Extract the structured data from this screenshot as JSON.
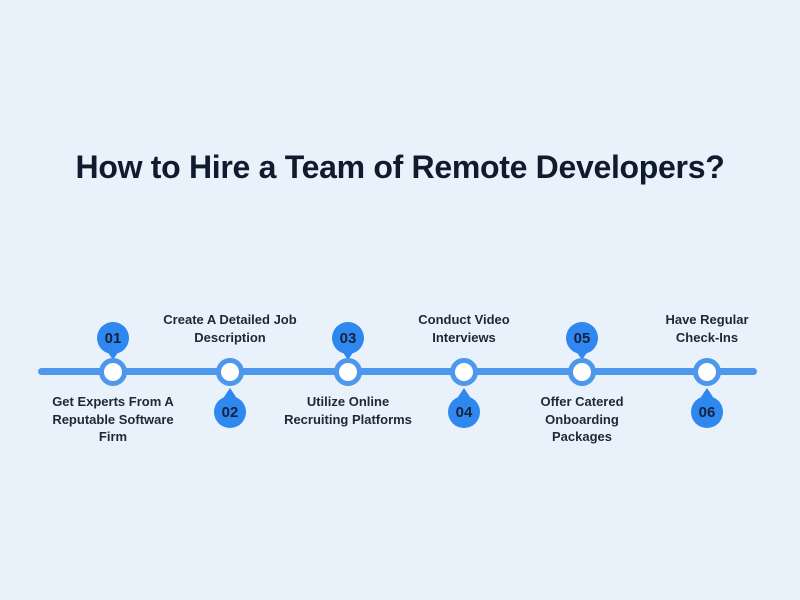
{
  "title": "How to Hire a Team of Remote Developers?",
  "colors": {
    "background": "#e9f1fb",
    "badge_blue": "#2f87f0",
    "line_blue": "#4d97ec",
    "node_fill": "#ffffff",
    "title_text": "#101b2d",
    "label_text": "#1e2836",
    "badge_number_text": "#13233c"
  },
  "timeline": {
    "steps": [
      {
        "number": "01",
        "label": "Get Experts From A\nReputable Software\nFirm",
        "badge_position": "above",
        "label_position": "below"
      },
      {
        "number": "02",
        "label": "Create A Detailed Job\nDescription",
        "badge_position": "below",
        "label_position": "above"
      },
      {
        "number": "03",
        "label": "Utilize Online\nRecruiting Platforms",
        "badge_position": "above",
        "label_position": "below"
      },
      {
        "number": "04",
        "label": "Conduct Video\nInterviews",
        "badge_position": "below",
        "label_position": "above"
      },
      {
        "number": "05",
        "label": "Offer Catered\nOnboarding\nPackages",
        "badge_position": "above",
        "label_position": "below"
      },
      {
        "number": "06",
        "label": "Have Regular\nCheck-Ins",
        "badge_position": "below",
        "label_position": "above"
      }
    ]
  }
}
